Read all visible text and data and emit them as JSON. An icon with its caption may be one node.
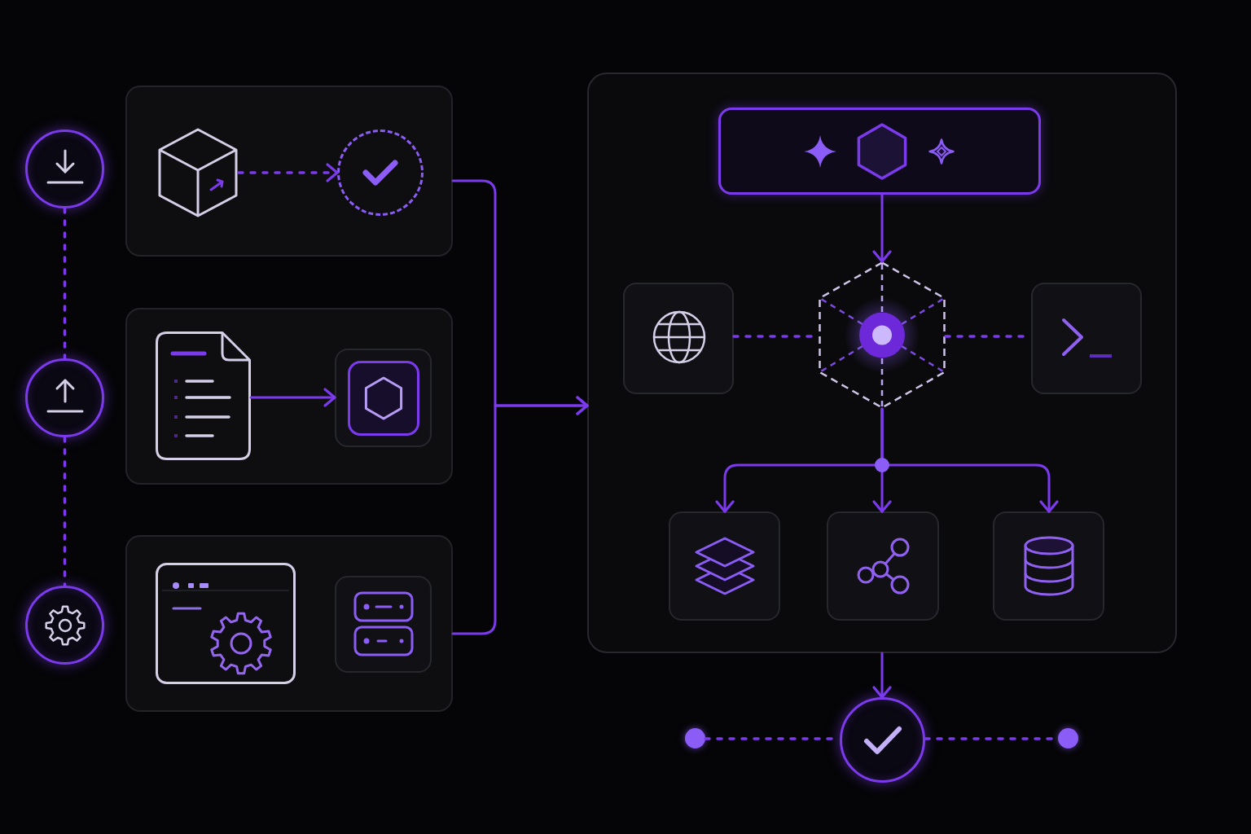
{
  "diagram": {
    "nodes": [
      {
        "text": [],
        "shape": "circle"
      },
      {
        "text": [],
        "shape": "circle"
      },
      {
        "text": [],
        "shape": "circle"
      },
      {
        "text": [],
        "shape": "box"
      },
      {
        "text": [],
        "shape": "cube",
        "in": 3
      },
      {
        "text": [],
        "shape": "circle",
        "in": 3
      },
      {
        "text": [],
        "shape": "box"
      },
      {
        "text": [],
        "shape": "document",
        "in": 6
      },
      {
        "text": [],
        "shape": "box",
        "in": 6
      },
      {
        "text": [],
        "shape": "box"
      },
      {
        "text": [],
        "shape": "window",
        "in": 9
      },
      {
        "text": [],
        "shape": "box",
        "in": 9
      },
      {
        "text": [],
        "shape": "box"
      },
      {
        "text": [],
        "shape": "box",
        "in": 12
      },
      {
        "text": [],
        "shape": "box",
        "in": 12
      },
      {
        "text": [],
        "shape": "cube",
        "in": 12
      },
      {
        "text": [],
        "shape": "box",
        "in": 12
      },
      {
        "text": [],
        "shape": "box",
        "in": 12
      },
      {
        "text": [],
        "shape": "box",
        "in": 12
      },
      {
        "text": [],
        "shape": "box",
        "in": 12
      },
      {
        "text": [],
        "shape": "circle"
      },
      {
        "text": [],
        "shape": "circle"
      },
      {
        "text": [],
        "shape": "circle"
      }
    ],
    "edges": [
      {
        "from": 0,
        "to": 1,
        "arrow": "none",
        "style": "dashed"
      },
      {
        "from": 1,
        "to": 2,
        "arrow": "none",
        "style": "dashed"
      },
      {
        "from": 4,
        "to": 5,
        "arrow": "to",
        "style": "dashed"
      },
      {
        "from": 7,
        "to": 8,
        "arrow": "to"
      },
      {
        "from": 3,
        "to": 12,
        "arrow": "to"
      },
      {
        "from": 9,
        "to": 12,
        "arrow": "to"
      },
      {
        "from": 13,
        "to": 15,
        "arrow": "to"
      },
      {
        "from": 14,
        "to": 15,
        "arrow": "none",
        "style": "dashed"
      },
      {
        "from": 15,
        "to": 16,
        "arrow": "none",
        "style": "dashed"
      },
      {
        "from": 15,
        "to": 17,
        "arrow": "to"
      },
      {
        "from": 15,
        "to": 18,
        "arrow": "to"
      },
      {
        "from": 15,
        "to": 19,
        "arrow": "to"
      },
      {
        "from": 12,
        "to": 21,
        "arrow": "to"
      },
      {
        "from": 20,
        "to": 21,
        "arrow": "none",
        "style": "dashed"
      },
      {
        "from": 21,
        "to": 22,
        "arrow": "none",
        "style": "dashed"
      }
    ]
  }
}
